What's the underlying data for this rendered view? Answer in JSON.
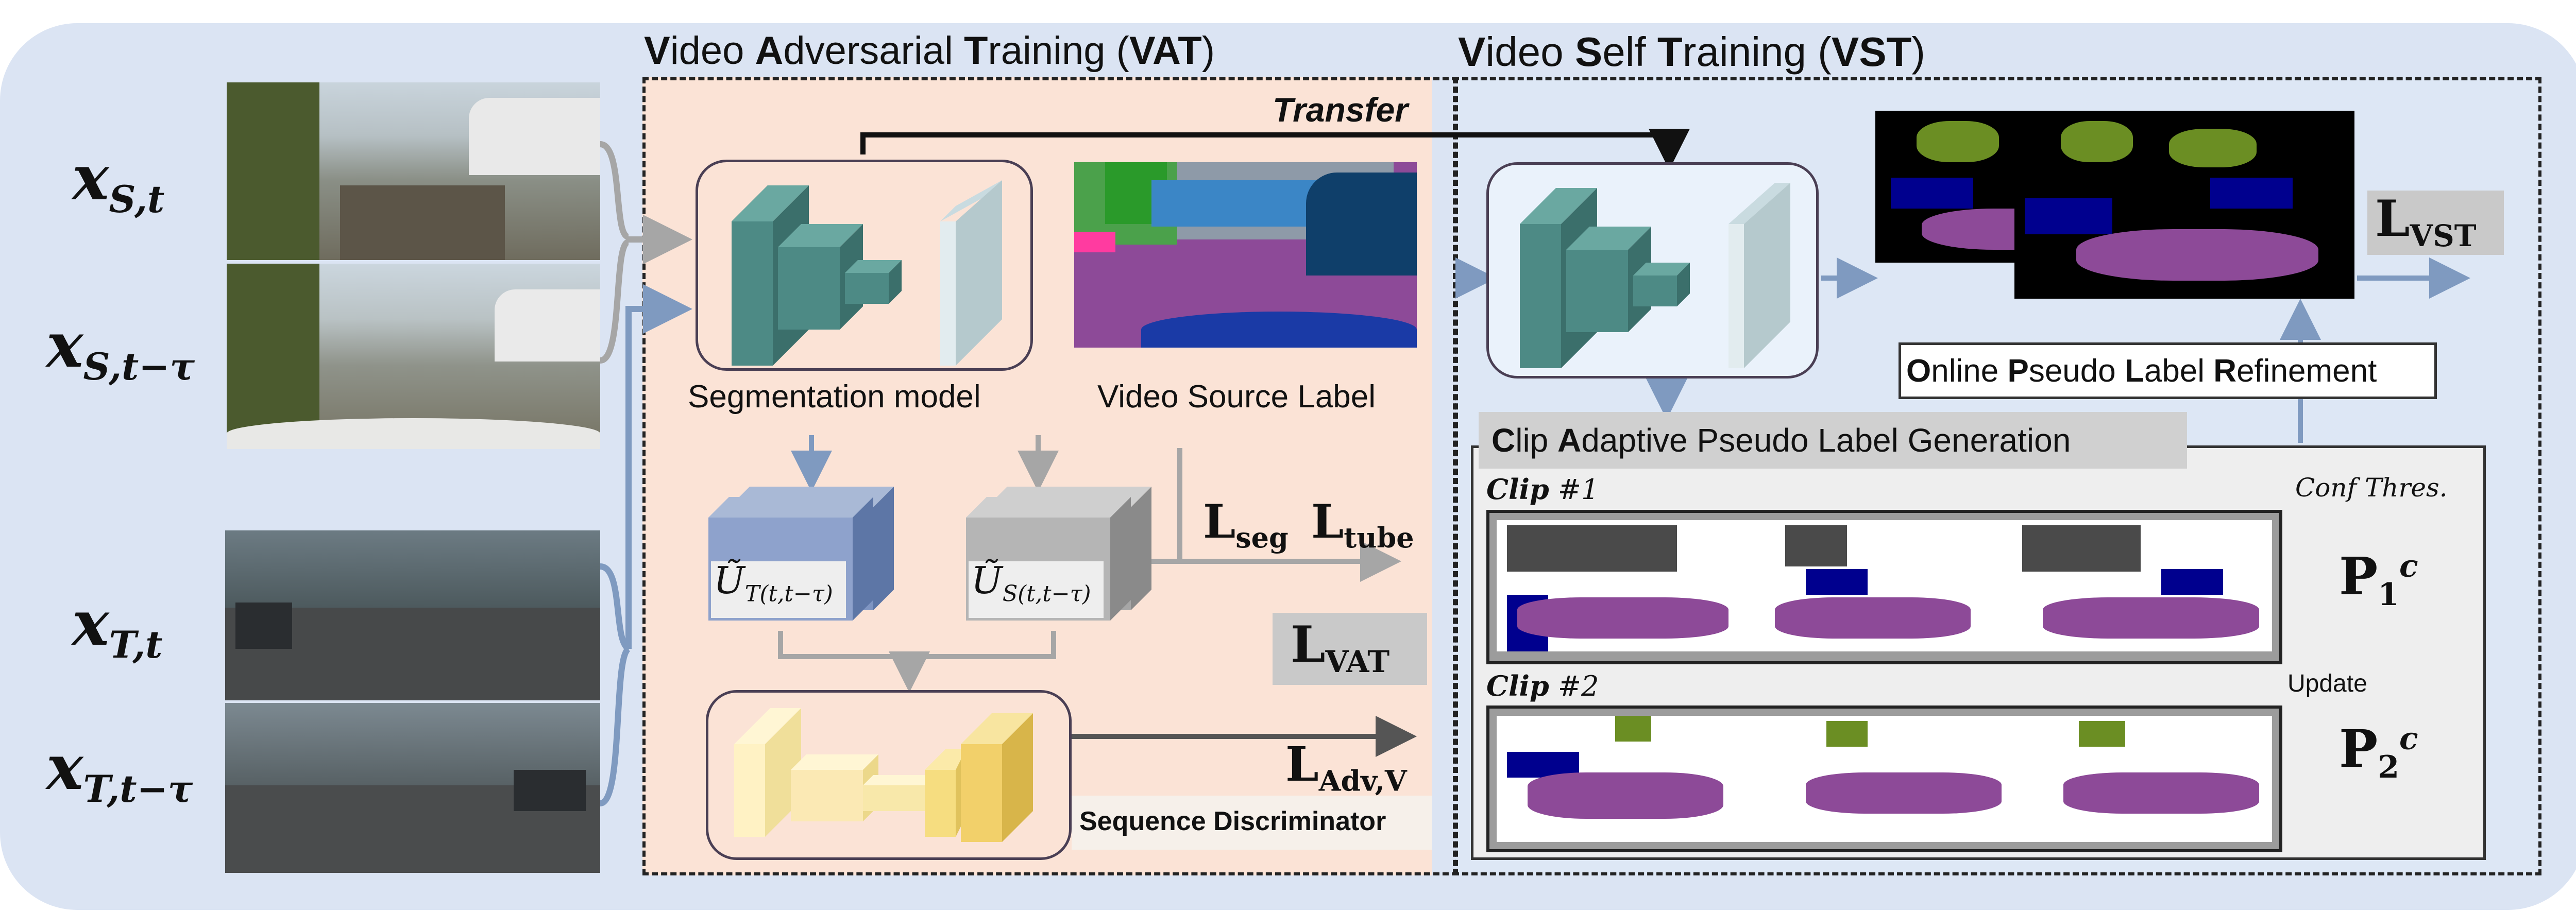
{
  "vat": {
    "title_v": "V",
    "title_1": "ideo ",
    "title_a": "A",
    "title_2": "dversarial ",
    "title_t": "T",
    "title_3": "raining (",
    "title_abbr": "VAT",
    "title_4": ")",
    "transfer": "Transfer",
    "seg_model": "Segmentation model",
    "src_label": "Video Source Label",
    "seq_disc": "Sequence Discriminator",
    "l_seg": "L",
    "l_seg_sub": "seg",
    "l_tube": "L",
    "l_tube_sub": "tube",
    "l_vat": "L",
    "l_vat_sub": "VAT",
    "l_adv": "L",
    "l_adv_sub": "Adv,V",
    "u_t": "Ũ",
    "u_t_sub": "T(t,t−τ)",
    "u_s": "Ũ",
    "u_s_sub": "S(t,t−τ)"
  },
  "vst": {
    "title_v": "V",
    "title_1": "ideo ",
    "title_s": "S",
    "title_2": "elf ",
    "title_t": "T",
    "title_3": "raining (",
    "title_abbr": "VST",
    "title_4": ")",
    "l_vst": "L",
    "l_vst_sub": "VST",
    "oplr_o": "O",
    "oplr_1": "nline ",
    "oplr_p": "P",
    "oplr_2": "seudo ",
    "oplr_l": "L",
    "oplr_3": "abel ",
    "oplr_r": "R",
    "oplr_4": "efinement",
    "capl_c": "C",
    "capl_1": "lip ",
    "capl_a": "A",
    "capl_2": "daptive Pseudo Label Generation",
    "conf_thres": "Conf Thres.",
    "clip1": "Clip",
    "clip1_num": " #1",
    "clip2": "Clip",
    "clip2_num": " #2",
    "update": "Update",
    "p1": "P",
    "p1_sub": "1",
    "p1_sup": "c",
    "p2": "P",
    "p2_sub": "2",
    "p2_sup": "c"
  },
  "inputs": {
    "xs_t": "x",
    "xs_t_sub": "S,t",
    "xs_tau": "x",
    "xs_tau_sub": "S,t−τ",
    "xt_t": "x",
    "xt_t_sub": "T,t",
    "xt_tau": "x",
    "xt_tau_sub": "T,t−τ"
  },
  "colors": {
    "panel": "#dbe4f3",
    "vat_bg": "#fbe3d6",
    "vst_bg": "#dde7f5",
    "model_teal": "#4d8a85",
    "arrow_blue": "#7f9ac0",
    "arrow_gray": "#a6a6a6",
    "road_purple": "#8d4a98",
    "vegetation": "#6b8e23",
    "car_blue": "#00008e"
  }
}
